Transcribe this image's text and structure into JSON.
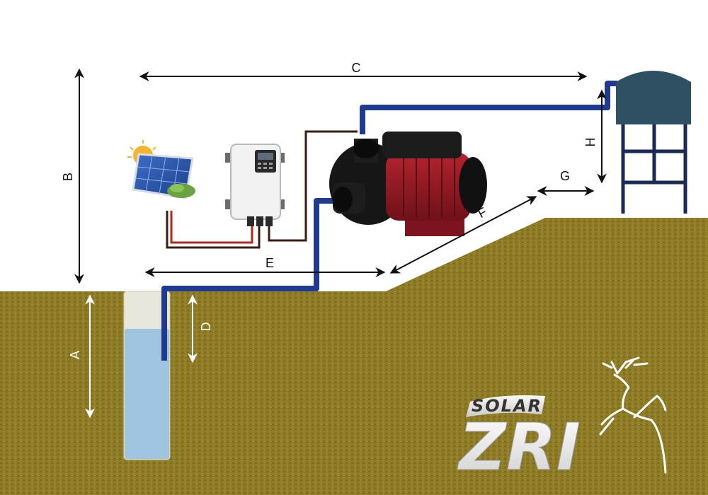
{
  "dimensions": {
    "A": "A",
    "B": "B",
    "C": "C",
    "D": "D",
    "E": "E",
    "F": "F",
    "G": "G",
    "H": "H"
  },
  "components": {
    "solar_panel": "solar-panel-icon",
    "controller": "controller-icon",
    "pump": "pump-icon",
    "tank": "water-tank-icon",
    "well": "well-icon"
  },
  "logo": {
    "brand_line": "SOLAR",
    "brand_name": "ZRI",
    "emblem": "deer-icon"
  },
  "colors": {
    "ground": "#8c7a24",
    "water": "#9fc4e0",
    "pipe": "#1f3a8f",
    "tank": "#2f4f63",
    "tower": "#1b2a55",
    "pump_body": "#8f1b25",
    "cable_red": "#b5261e",
    "cable_dark": "#3a1d12",
    "dimension": "#111111"
  }
}
